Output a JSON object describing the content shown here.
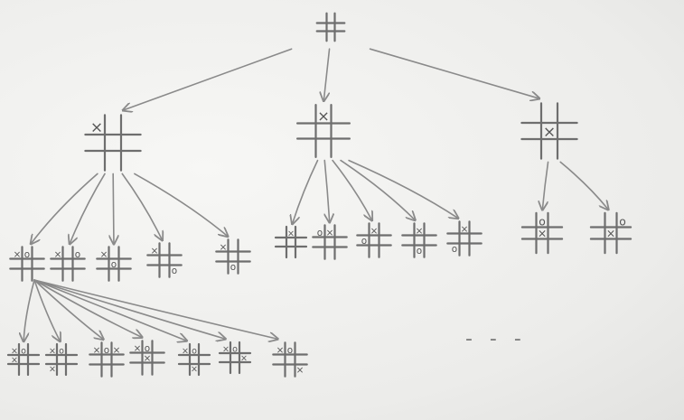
{
  "diagram": {
    "nodes": [
      {
        "id": "root",
        "cells": [
          "",
          "",
          "",
          "",
          "",
          "",
          "",
          "",
          ""
        ]
      },
      {
        "id": "L1-a",
        "cells": [
          "X",
          "",
          "",
          "",
          "",
          "",
          "",
          "",
          ""
        ]
      },
      {
        "id": "L1-b",
        "cells": [
          "",
          "X",
          "",
          "",
          "",
          "",
          "",
          "",
          ""
        ]
      },
      {
        "id": "L1-c",
        "cells": [
          "",
          "",
          "",
          "",
          "X",
          "",
          "",
          "",
          ""
        ]
      },
      {
        "id": "L2-a1",
        "cells": [
          "X",
          "O",
          "",
          "",
          "",
          "",
          "",
          "",
          ""
        ]
      },
      {
        "id": "L2-a2",
        "cells": [
          "X",
          "",
          "O",
          "",
          "",
          "",
          "",
          "",
          ""
        ]
      },
      {
        "id": "L2-a3",
        "cells": [
          "X",
          "",
          "",
          "",
          "O",
          "",
          "",
          "",
          ""
        ]
      },
      {
        "id": "L2-a4",
        "cells": [
          "X",
          "",
          "",
          "",
          "",
          "",
          "",
          "",
          "O"
        ]
      },
      {
        "id": "L2-a5",
        "cells": [
          "X",
          "",
          "",
          "",
          "",
          "",
          "",
          "O",
          ""
        ]
      },
      {
        "id": "L2-b1",
        "cells": [
          "",
          "X",
          "",
          "",
          "",
          "",
          "",
          "",
          ""
        ]
      },
      {
        "id": "L2-b2",
        "cells": [
          "O",
          "X",
          "",
          "",
          "",
          "",
          "",
          "",
          ""
        ]
      },
      {
        "id": "L2-b3",
        "cells": [
          "",
          "X",
          "",
          "O",
          "",
          "",
          "",
          "",
          ""
        ]
      },
      {
        "id": "L2-b4",
        "cells": [
          "",
          "X",
          "",
          "",
          "",
          "",
          "",
          "O",
          ""
        ]
      },
      {
        "id": "L2-b5",
        "cells": [
          "",
          "X",
          "",
          "",
          "",
          "",
          "O",
          "",
          ""
        ]
      },
      {
        "id": "L2-c1",
        "cells": [
          "",
          "O",
          "",
          "",
          "X",
          "",
          "",
          "",
          ""
        ]
      },
      {
        "id": "L2-c2",
        "cells": [
          "",
          "",
          "O",
          "",
          "X",
          "",
          "",
          "",
          ""
        ]
      },
      {
        "id": "L3-1",
        "cells": [
          "X",
          "O",
          "",
          "X",
          "",
          "",
          "",
          "",
          ""
        ]
      },
      {
        "id": "L3-2",
        "cells": [
          "X",
          "O",
          "",
          "",
          "",
          "",
          "X",
          "",
          ""
        ]
      },
      {
        "id": "L3-3",
        "cells": [
          "X",
          "O",
          "X",
          "",
          "",
          "",
          "",
          "",
          ""
        ]
      },
      {
        "id": "L3-4",
        "cells": [
          "X",
          "O",
          "",
          "",
          "X",
          "",
          "",
          "",
          ""
        ]
      },
      {
        "id": "L3-5",
        "cells": [
          "X",
          "O",
          "",
          "",
          "",
          "",
          "",
          "X",
          ""
        ]
      },
      {
        "id": "L3-6",
        "cells": [
          "X",
          "O",
          "",
          "",
          "",
          "X",
          "",
          "",
          ""
        ]
      },
      {
        "id": "L3-7",
        "cells": [
          "X",
          "O",
          "",
          "",
          "",
          "",
          "",
          "",
          "X"
        ]
      }
    ],
    "edges": [
      [
        "root",
        "L1-a"
      ],
      [
        "root",
        "L1-b"
      ],
      [
        "root",
        "L1-c"
      ],
      [
        "L1-a",
        "L2-a1"
      ],
      [
        "L1-a",
        "L2-a2"
      ],
      [
        "L1-a",
        "L2-a3"
      ],
      [
        "L1-a",
        "L2-a4"
      ],
      [
        "L1-a",
        "L2-a5"
      ],
      [
        "L1-b",
        "L2-b1"
      ],
      [
        "L1-b",
        "L2-b2"
      ],
      [
        "L1-b",
        "L2-b3"
      ],
      [
        "L1-b",
        "L2-b4"
      ],
      [
        "L1-b",
        "L2-b5"
      ],
      [
        "L1-c",
        "L2-c1"
      ],
      [
        "L1-c",
        "L2-c2"
      ],
      [
        "L2-a1",
        "L3-1"
      ],
      [
        "L2-a1",
        "L3-2"
      ],
      [
        "L2-a1",
        "L3-3"
      ],
      [
        "L2-a1",
        "L3-4"
      ],
      [
        "L2-a1",
        "L3-5"
      ],
      [
        "L2-a1",
        "L3-6"
      ],
      [
        "L2-a1",
        "L3-7"
      ]
    ],
    "ellipsis": "- - -"
  }
}
